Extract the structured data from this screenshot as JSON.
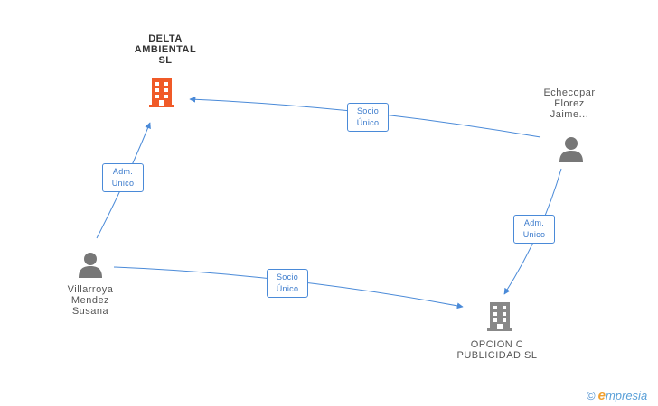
{
  "colors": {
    "edge": "#4a8ad8",
    "highlight_company": "#f05a28",
    "company": "#888888",
    "person": "#777777"
  },
  "nodes": {
    "delta": {
      "name_lines": [
        "DELTA",
        "AMBIENTAL",
        "SL"
      ],
      "icon": "building-icon"
    },
    "echecopar": {
      "name_lines": [
        "Echecopar",
        "Florez",
        "Jaime..."
      ],
      "icon": "person-icon"
    },
    "villarroya": {
      "name_lines": [
        "Villarroya",
        "Mendez",
        "Susana"
      ],
      "icon": "person-icon"
    },
    "opcion": {
      "name_lines": [
        "OPCION C",
        "PUBLICIDAD SL"
      ],
      "icon": "building-icon"
    }
  },
  "edges": {
    "echecopar_delta": {
      "lines": [
        "Socio",
        "Único"
      ]
    },
    "villarroya_delta": {
      "lines": [
        "Adm.",
        "Unico"
      ]
    },
    "echecopar_opcion": {
      "lines": [
        "Adm.",
        "Unico"
      ]
    },
    "villarroya_opcion": {
      "lines": [
        "Socio",
        "Único"
      ]
    }
  },
  "footer": {
    "copyright_symbol": "©",
    "brand_initial": "e",
    "brand_rest": "mpresia"
  }
}
